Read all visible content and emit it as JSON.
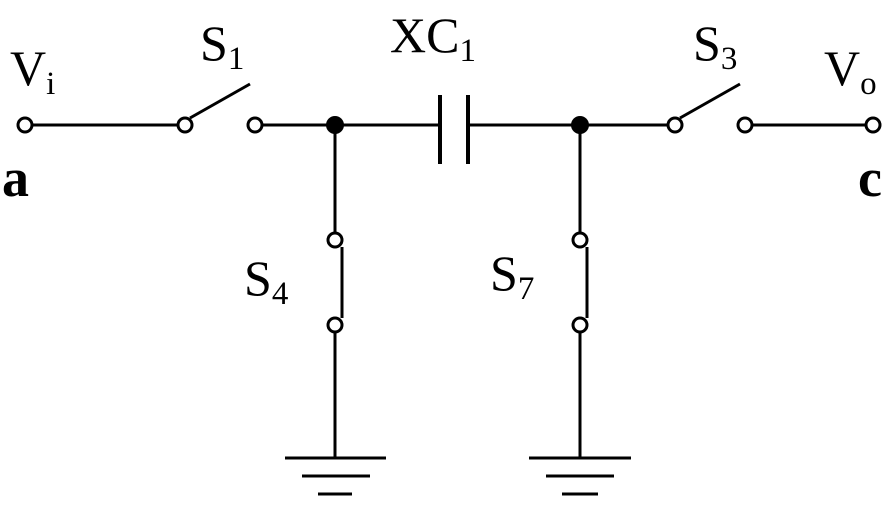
{
  "diagram": {
    "terminals": {
      "input": {
        "main": "V",
        "sub": "i",
        "node": "a"
      },
      "output": {
        "main": "V",
        "sub": "o",
        "node": "c"
      }
    },
    "capacitor": {
      "main": "XC",
      "sub": "1"
    },
    "switches": [
      {
        "id": "s1",
        "main": "S",
        "sub": "1",
        "type": "series"
      },
      {
        "id": "s3",
        "main": "S",
        "sub": "3",
        "type": "series"
      },
      {
        "id": "s4",
        "main": "S",
        "sub": "4",
        "type": "shunt-to-ground"
      },
      {
        "id": "s7",
        "main": "S",
        "sub": "7",
        "type": "shunt-to-ground"
      }
    ]
  }
}
